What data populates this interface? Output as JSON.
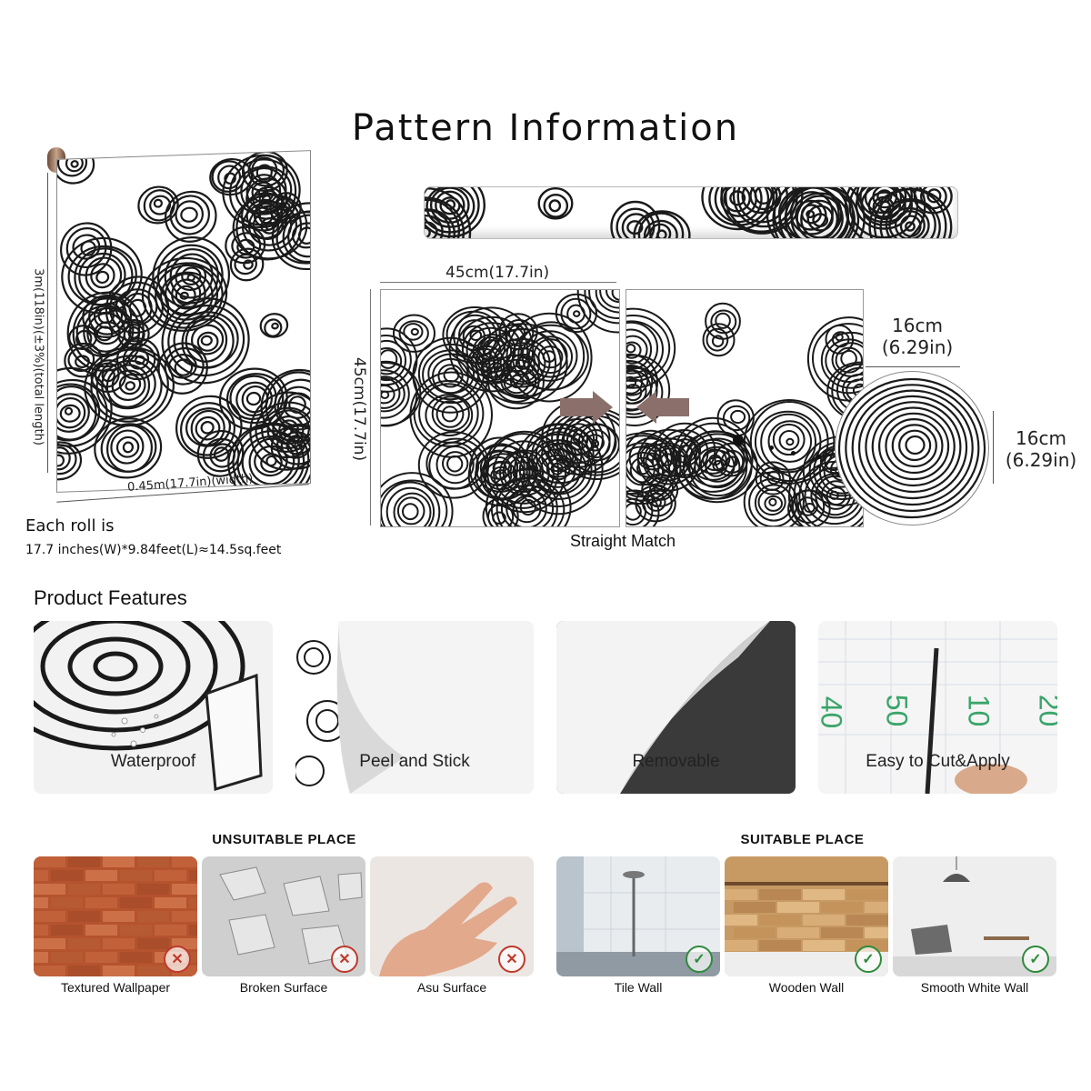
{
  "title": "Pattern Information",
  "roll": {
    "height_label": "3m(118in)(±3%)(total length)",
    "width_label": "0.45m(17.7in)(width)",
    "each_roll_label": "Each roll is",
    "each_roll_value": "17.7 inches(W)*9.84feet(L)≈14.5sq.feet"
  },
  "match": {
    "width_label": "45cm(17.7in)",
    "height_label": "45cm(17.7in)",
    "circle_width_line1": "16cm",
    "circle_width_line2": "(6.29in)",
    "circle_height_line1": "16cm",
    "circle_height_line2": "(6.29in)",
    "caption": "Straight Match",
    "arrow_color": "#8a6f6a"
  },
  "features": {
    "heading": "Product Features",
    "items": [
      {
        "label": "Waterproof"
      },
      {
        "label": "Peel and Stick"
      },
      {
        "label": "Removable"
      },
      {
        "label": "Easy to Cut&Apply"
      }
    ]
  },
  "unsuitable": {
    "heading": "UNSUITABLE PLACE",
    "items": [
      {
        "label": "Textured Wallpaper"
      },
      {
        "label": "Broken Surface"
      },
      {
        "label": "Asu Surface"
      }
    ],
    "mark_color": "#c0392b"
  },
  "suitable": {
    "heading": "SUITABLE PLACE",
    "items": [
      {
        "label": "Tile Wall"
      },
      {
        "label": "Wooden Wall"
      },
      {
        "label": "Smooth White Wall"
      }
    ],
    "mark_color": "#2e8b3a"
  },
  "ruler": {
    "numbers": [
      "40",
      "50",
      "10",
      "20"
    ],
    "color": "#3aa56a"
  }
}
